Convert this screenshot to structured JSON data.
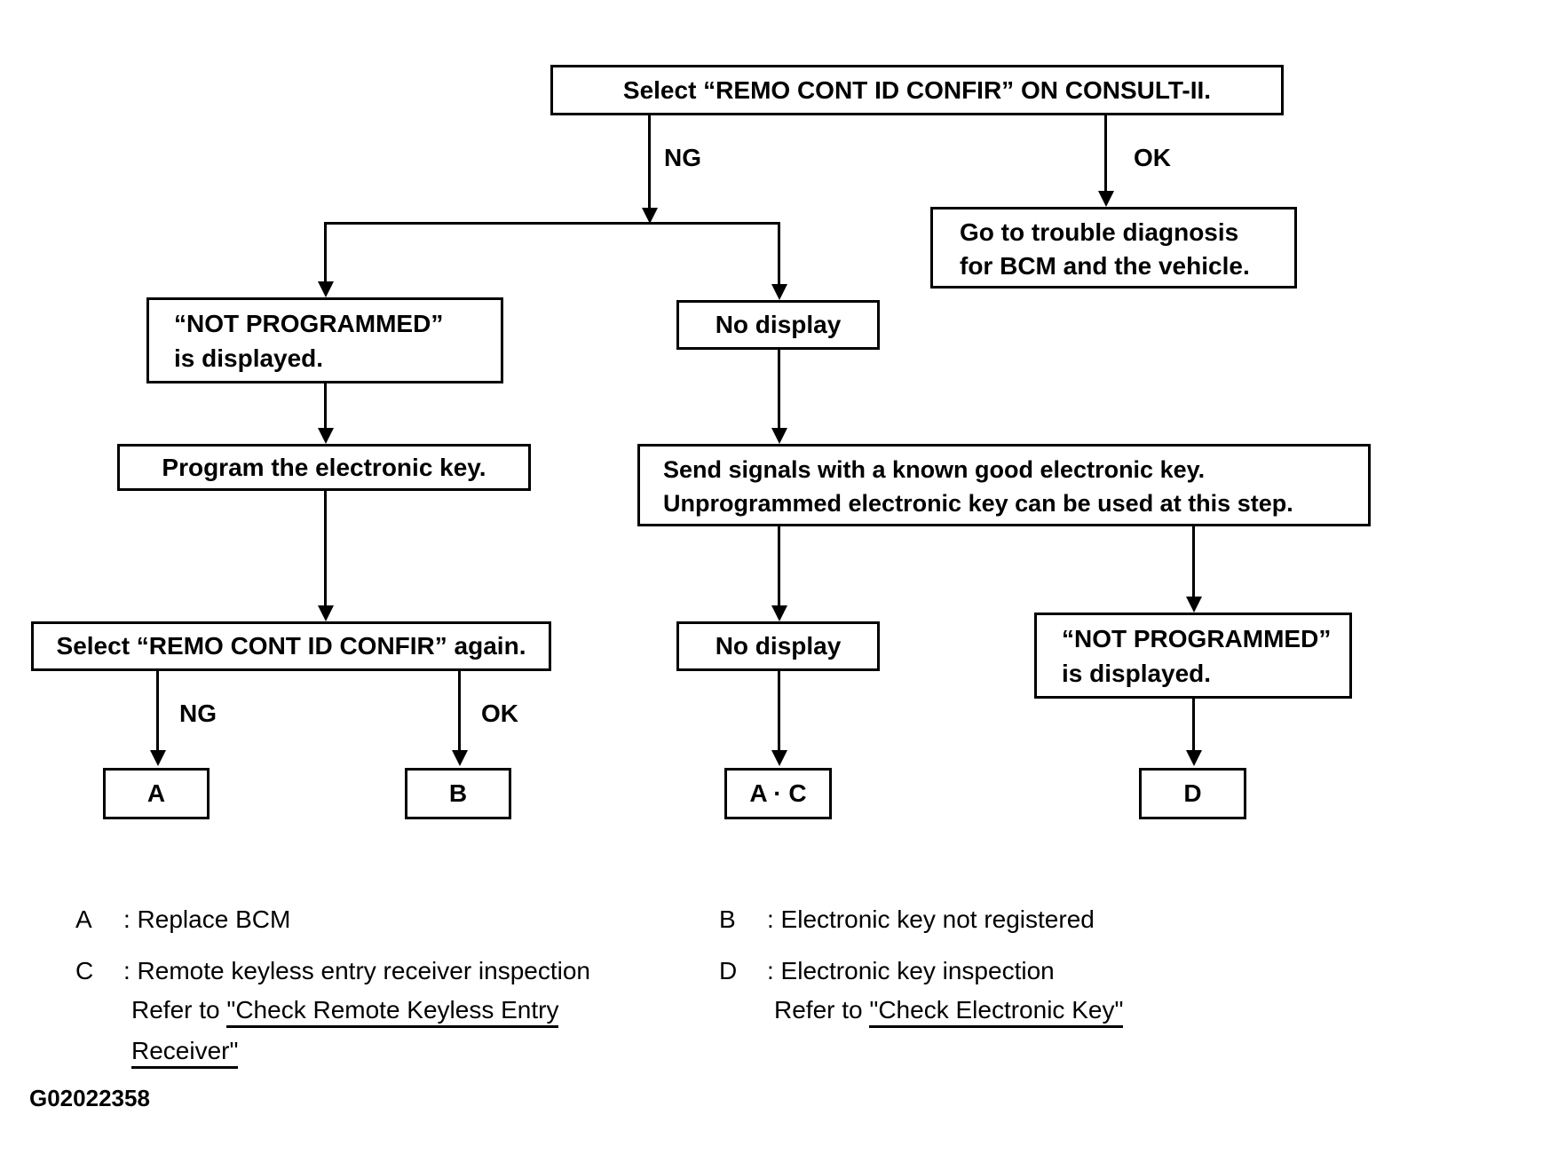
{
  "figure": {
    "id_label": "G02022358"
  },
  "flowchart": {
    "nodes": {
      "start": "Select “REMO CONT ID CONFIR” ON CONSULT-II.",
      "ok_result": {
        "line1": "Go to trouble diagnosis",
        "line2": "for BCM and the vehicle."
      },
      "not_programmed_left": {
        "line1": "“NOT PROGRAMMED”",
        "line2": "is displayed."
      },
      "no_display_1": "No display",
      "program_key": "Program the electronic key.",
      "send_signals": {
        "line1": "Send signals with a known good electronic key.",
        "line2": "Unprogrammed electronic key can be used at this step."
      },
      "select_again": "Select “REMO CONT ID CONFIR” again.",
      "no_display_2": "No display",
      "not_programmed_right": {
        "line1": "“NOT PROGRAMMED”",
        "line2": "is displayed."
      },
      "result_a": "A",
      "result_b": "B",
      "result_ac": "A · C",
      "result_d": "D"
    },
    "edge_labels": {
      "ng1": "NG",
      "ok1": "OK",
      "ng2": "NG",
      "ok2": "OK"
    },
    "legend": {
      "a": {
        "letter": "A",
        "text": ": Replace BCM"
      },
      "b": {
        "letter": "B",
        "text": ": Electronic key not registered"
      },
      "c": {
        "letter": "C",
        "text": ": Remote keyless entry receiver inspection",
        "refer_prefix": "Refer to ",
        "link_line1": "\"Check Remote Keyless Entry",
        "link_line2": "Receiver\""
      },
      "d": {
        "letter": "D",
        "text": ": Electronic key inspection",
        "refer_prefix": "Refer to ",
        "link": "\"Check Electronic Key\""
      }
    }
  }
}
